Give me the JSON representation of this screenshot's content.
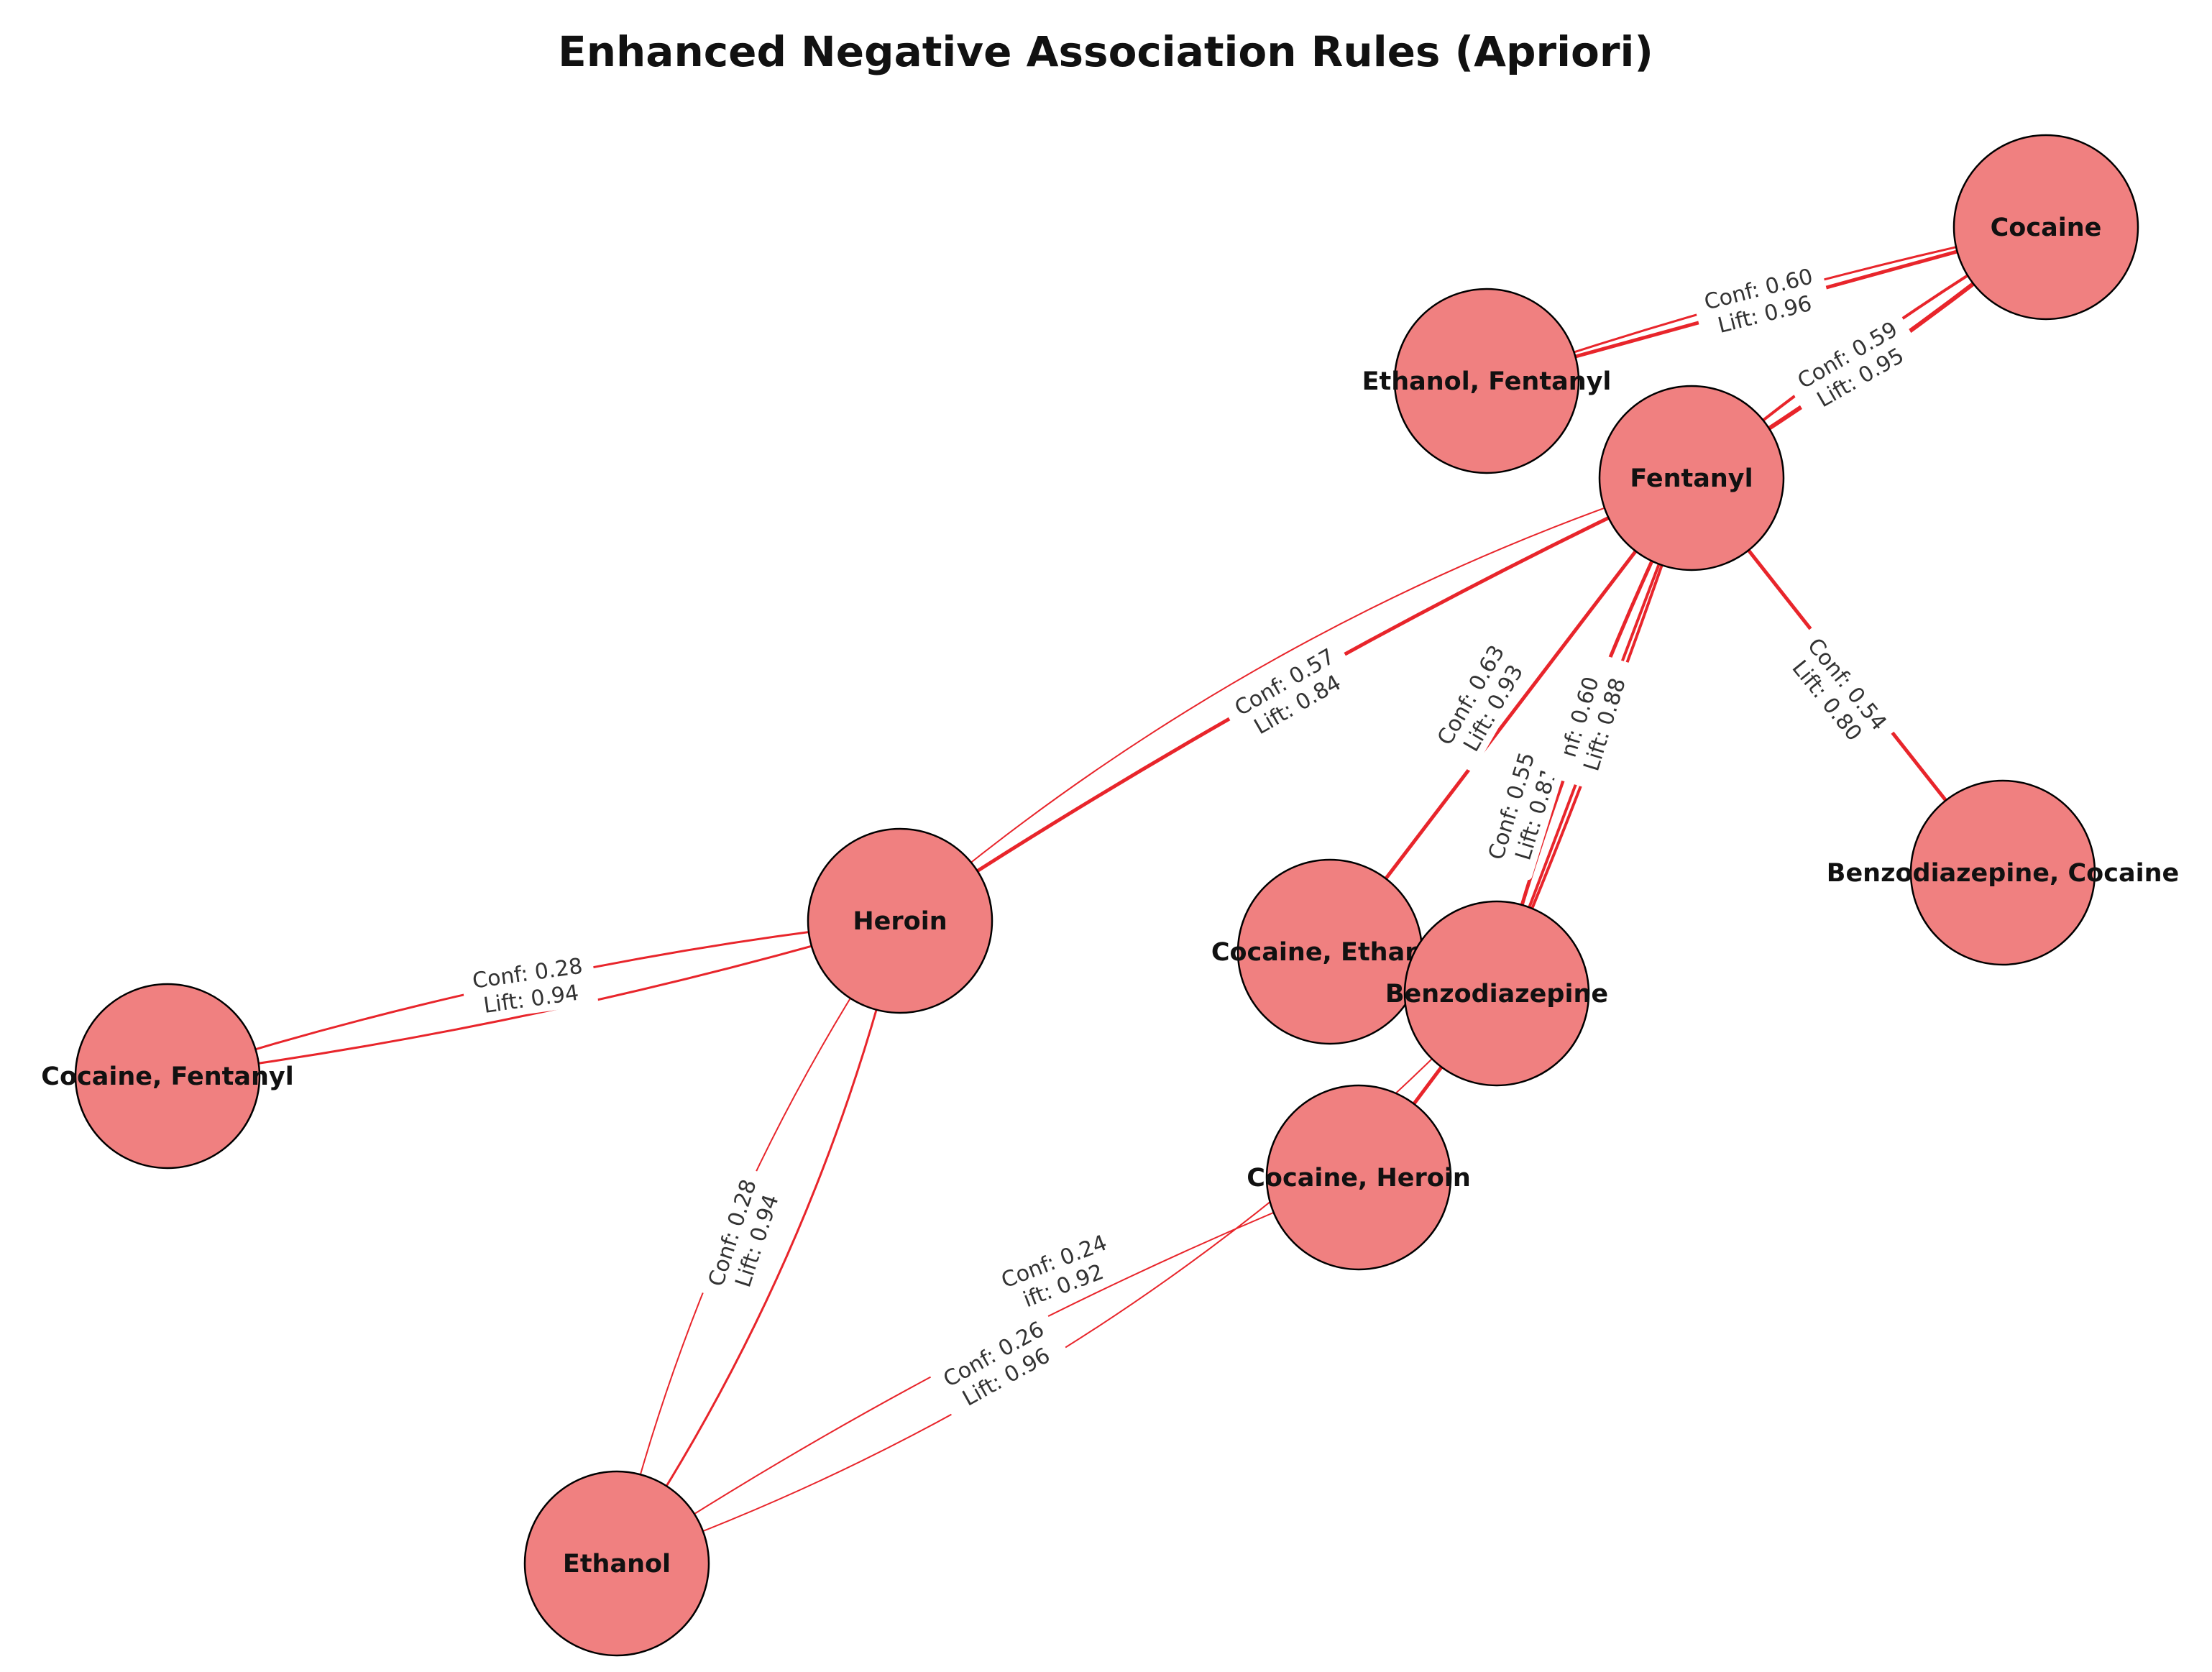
{
  "diagram": {
    "title": "Enhanced Negative Association Rules (Apriori)",
    "style": {
      "node_fill": "#f08080",
      "node_stroke": "#000000",
      "edge_color": "#e8252b",
      "label_text": "#333333"
    },
    "nodes": [
      {
        "id": "cocaine",
        "label": "Cocaine"
      },
      {
        "id": "ethanol_fentanyl",
        "label": "Ethanol, Fentanyl"
      },
      {
        "id": "fentanyl",
        "label": "Fentanyl"
      },
      {
        "id": "heroin",
        "label": "Heroin"
      },
      {
        "id": "benzo_cocaine",
        "label": "Benzodiazepine, Cocaine"
      },
      {
        "id": "cocaine_ethanol",
        "label": "Cocaine, Ethanol"
      },
      {
        "id": "benzodiazepine",
        "label": "Benzodiazepine"
      },
      {
        "id": "cocaine_fentanyl",
        "label": "Cocaine, Fentanyl"
      },
      {
        "id": "cocaine_heroin",
        "label": "Cocaine, Heroin"
      },
      {
        "id": "ethanol",
        "label": "Ethanol"
      }
    ],
    "edges": [
      {
        "from": "ethanol_fentanyl",
        "to": "cocaine",
        "conf": "Conf: 0.60",
        "lift": "Lift: 0.96"
      },
      {
        "from": "fentanyl",
        "to": "cocaine",
        "conf": "Conf: 0.59",
        "lift": "Lift: 0.95"
      },
      {
        "from": "fentanyl",
        "to": "heroin",
        "conf": "Conf: 0.57",
        "lift": "Lift: 0.84"
      },
      {
        "from": "fentanyl",
        "to": "cocaine_ethanol",
        "conf": "Conf: 0.63",
        "lift": "Lift: 0.93"
      },
      {
        "from": "fentanyl",
        "to": "benzodiazepine",
        "conf": "Conf: 0.55",
        "lift": "Lift: 0.81"
      },
      {
        "from": "fentanyl",
        "to": "benzodiazepine",
        "conf": "nf: 0.60",
        "lift": "Lift: 0.88"
      },
      {
        "from": "fentanyl",
        "to": "benzo_cocaine",
        "conf": "Conf: 0.54",
        "lift": "Lift: 0.80"
      },
      {
        "from": "heroin",
        "to": "cocaine_fentanyl",
        "conf": "Conf: 0.28",
        "lift": "Lift: 0.94"
      },
      {
        "from": "heroin",
        "to": "ethanol",
        "conf": "Conf: 0.28",
        "lift": "Lift: 0.94"
      },
      {
        "from": "cocaine_heroin",
        "to": "ethanol",
        "conf": "Conf: 0.24",
        "lift": "ift: 0.92"
      },
      {
        "from": "benzodiazepine",
        "to": "ethanol",
        "conf": "Conf: 0.26",
        "lift": "Lift: 0.96"
      },
      {
        "from": "benzodiazepine",
        "to": "cocaine_heroin",
        "conf": "",
        "lift": ""
      }
    ]
  }
}
